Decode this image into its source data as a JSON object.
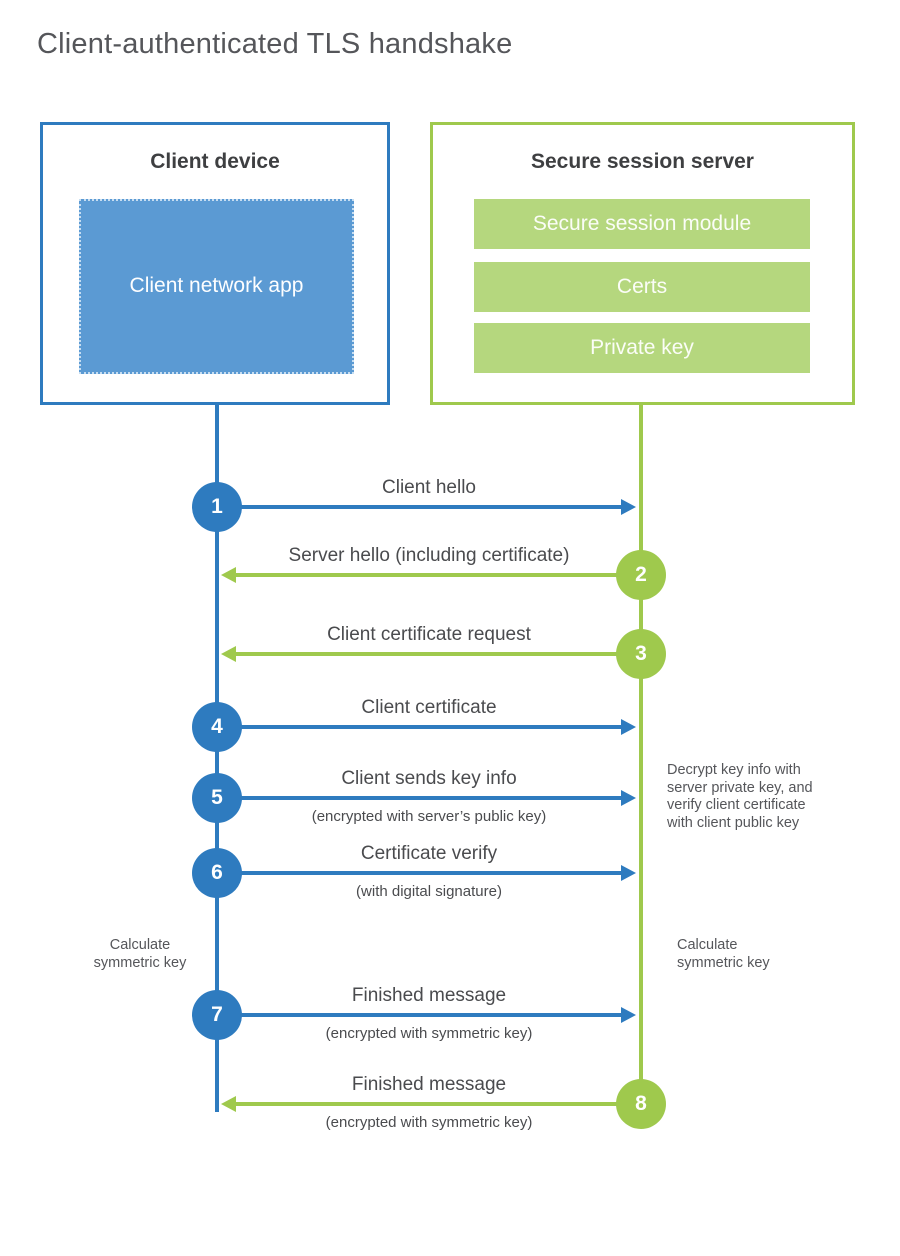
{
  "title": "Client-authenticated TLS handshake",
  "colors": {
    "blue": "#2e7bbf",
    "blue_light": "#5b9ad3",
    "green": "#9fc94d",
    "green_light": "#b5d77e"
  },
  "client_box": {
    "title": "Client device",
    "app": "Client network app"
  },
  "server_box": {
    "title": "Secure session server",
    "items": [
      "Secure session module",
      "Certs",
      "Private key"
    ]
  },
  "steps": [
    {
      "num": "1",
      "from": "client",
      "label": "Client hello"
    },
    {
      "num": "2",
      "from": "server",
      "label": "Server hello (including certificate)"
    },
    {
      "num": "3",
      "from": "server",
      "label": "Client certificate request"
    },
    {
      "num": "4",
      "from": "client",
      "label": "Client certificate"
    },
    {
      "num": "5",
      "from": "client",
      "label": "Client sends key info",
      "sublabel": "(encrypted with server’s public key)"
    },
    {
      "num": "6",
      "from": "client",
      "label": "Certificate verify",
      "sublabel": "(with digital signature)"
    },
    {
      "num": "7",
      "from": "client",
      "label": "Finished message",
      "sublabel": "(encrypted with symmetric key)"
    },
    {
      "num": "8",
      "from": "server",
      "label": "Finished message",
      "sublabel": "(encrypted with symmetric key)"
    }
  ],
  "annotations": {
    "server_note": "Decrypt key info with server private key, and verify client certificate with client public key",
    "client_calc": "Calculate symmetric key",
    "server_calc": "Calculate symmetric key"
  }
}
